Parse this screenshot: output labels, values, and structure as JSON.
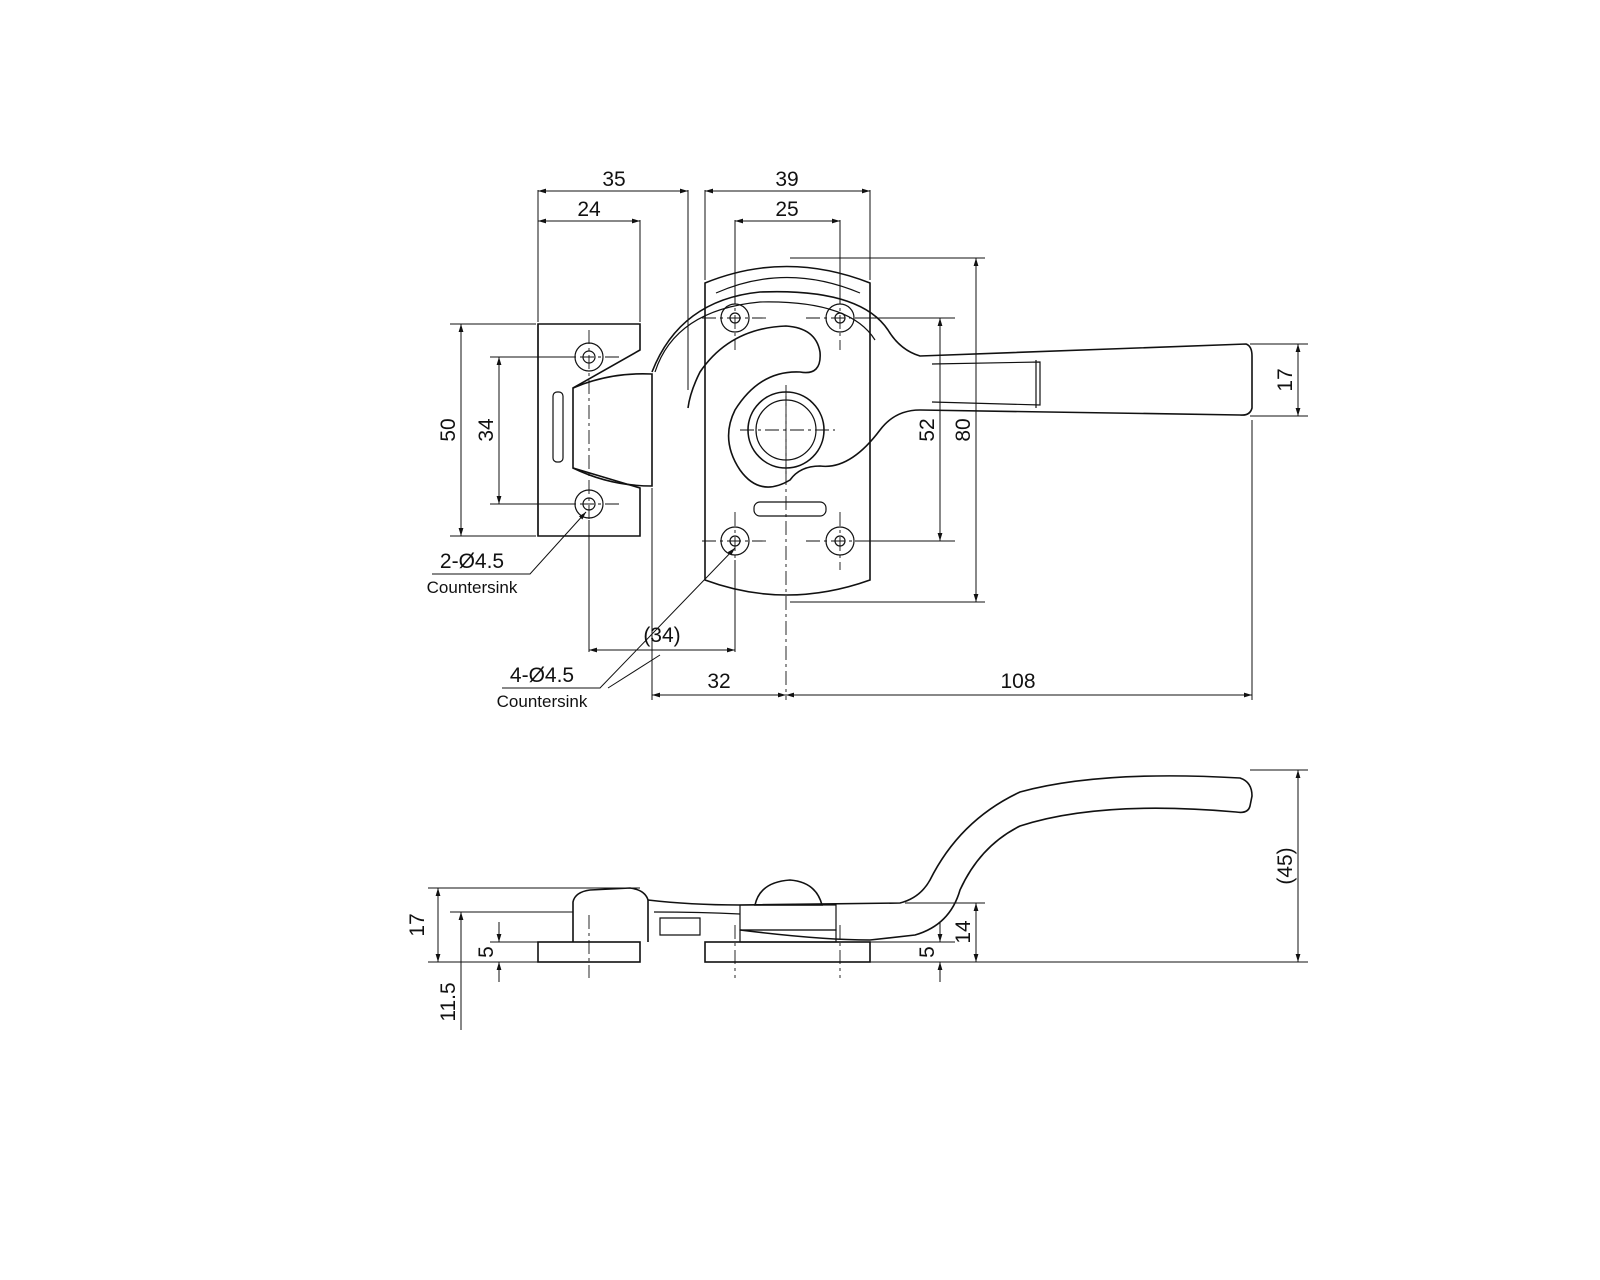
{
  "dims": {
    "top_35": "35",
    "top_24": "24",
    "top_39": "39",
    "top_25": "25",
    "left_50": "50",
    "left_34": "34",
    "right_52": "52",
    "right_80": "80",
    "handle_17": "17",
    "bottom_34": "(34)",
    "bottom_32": "32",
    "bottom_108": "108",
    "side_17": "17",
    "side_5_left": "5",
    "side_11_5": "11.5",
    "side_5_right": "5",
    "side_14": "14",
    "side_45": "(45)"
  },
  "notes": {
    "hole_2_label": "2-Ø4.5",
    "hole_2_sub": "Countersink",
    "hole_4_label": "4-Ø4.5",
    "hole_4_sub": "Countersink"
  }
}
